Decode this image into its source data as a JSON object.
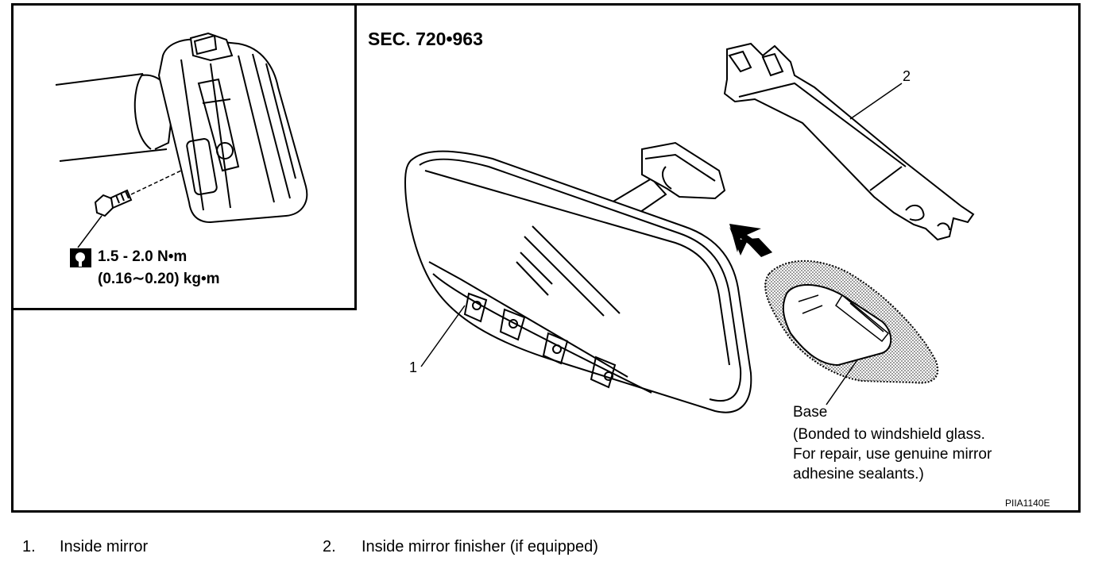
{
  "section_label": "SEC. 720•963",
  "callouts": {
    "part1": "1",
    "part2": "2"
  },
  "torque": {
    "icon": "torque-wrench-icon",
    "line1": "1.5 - 2.0 N•m",
    "line2": "(0.16∼0.20) kg•m"
  },
  "base_note": {
    "line1": "Base",
    "line2": "(Bonded to windshield glass.",
    "line3": "For repair, use genuine mirror",
    "line4": "adhesine sealants.)"
  },
  "figure_code": "PIIA1140E",
  "legend": [
    {
      "number": "1.",
      "text": "Inside mirror"
    },
    {
      "number": "2.",
      "text": "Inside mirror finisher (if equipped)"
    }
  ]
}
